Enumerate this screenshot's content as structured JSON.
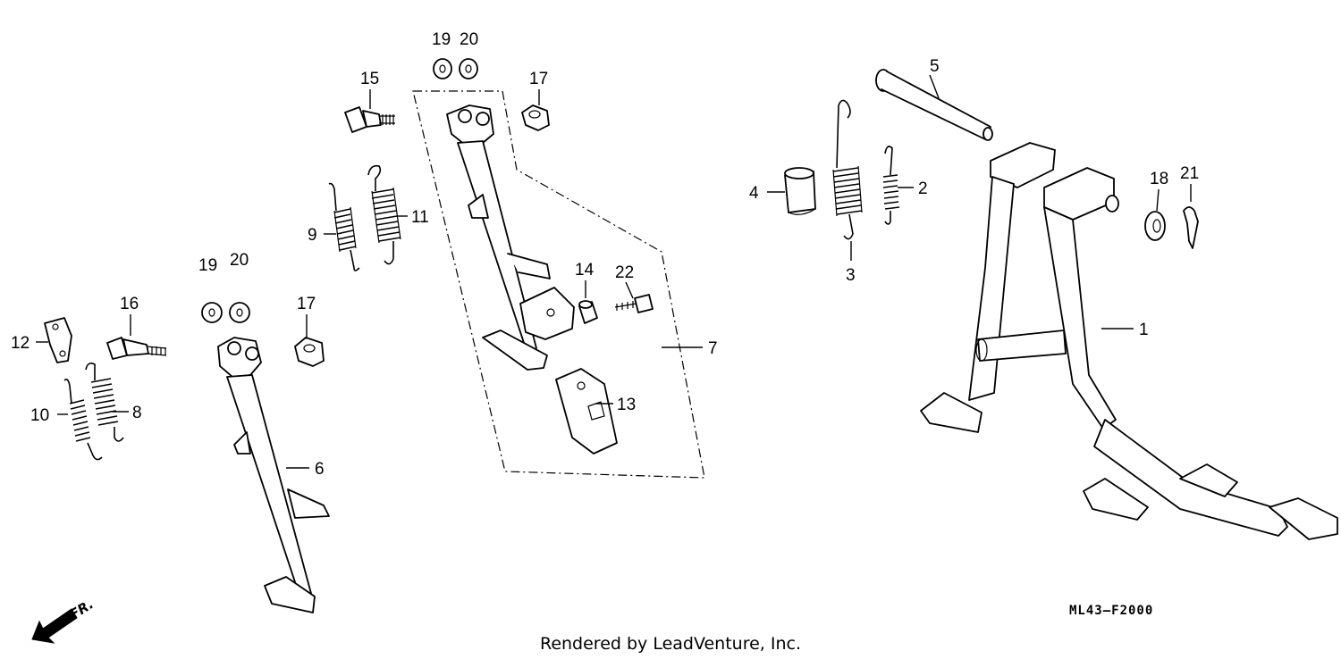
{
  "callouts": [
    {
      "id": "p1",
      "label": "1"
    },
    {
      "id": "p2",
      "label": "2"
    },
    {
      "id": "p3",
      "label": "3"
    },
    {
      "id": "p4",
      "label": "4"
    },
    {
      "id": "p5",
      "label": "5"
    },
    {
      "id": "p6",
      "label": "6"
    },
    {
      "id": "p7",
      "label": "7"
    },
    {
      "id": "p8",
      "label": "8"
    },
    {
      "id": "p9",
      "label": "9"
    },
    {
      "id": "p10",
      "label": "10"
    },
    {
      "id": "p11",
      "label": "11"
    },
    {
      "id": "p12",
      "label": "12"
    },
    {
      "id": "p13",
      "label": "13"
    },
    {
      "id": "p14",
      "label": "14"
    },
    {
      "id": "p15",
      "label": "15"
    },
    {
      "id": "p16",
      "label": "16"
    },
    {
      "id": "p17a",
      "label": "17"
    },
    {
      "id": "p17b",
      "label": "17"
    },
    {
      "id": "p18",
      "label": "18"
    },
    {
      "id": "p19a",
      "label": "19"
    },
    {
      "id": "p19b",
      "label": "19"
    },
    {
      "id": "p20a",
      "label": "20"
    },
    {
      "id": "p20b",
      "label": "20"
    },
    {
      "id": "p21",
      "label": "21"
    },
    {
      "id": "p22",
      "label": "22"
    }
  ],
  "diagram_code": "ML43–F2000",
  "credit": "Rendered by LeadVenture, Inc.",
  "direction_label": "FR."
}
